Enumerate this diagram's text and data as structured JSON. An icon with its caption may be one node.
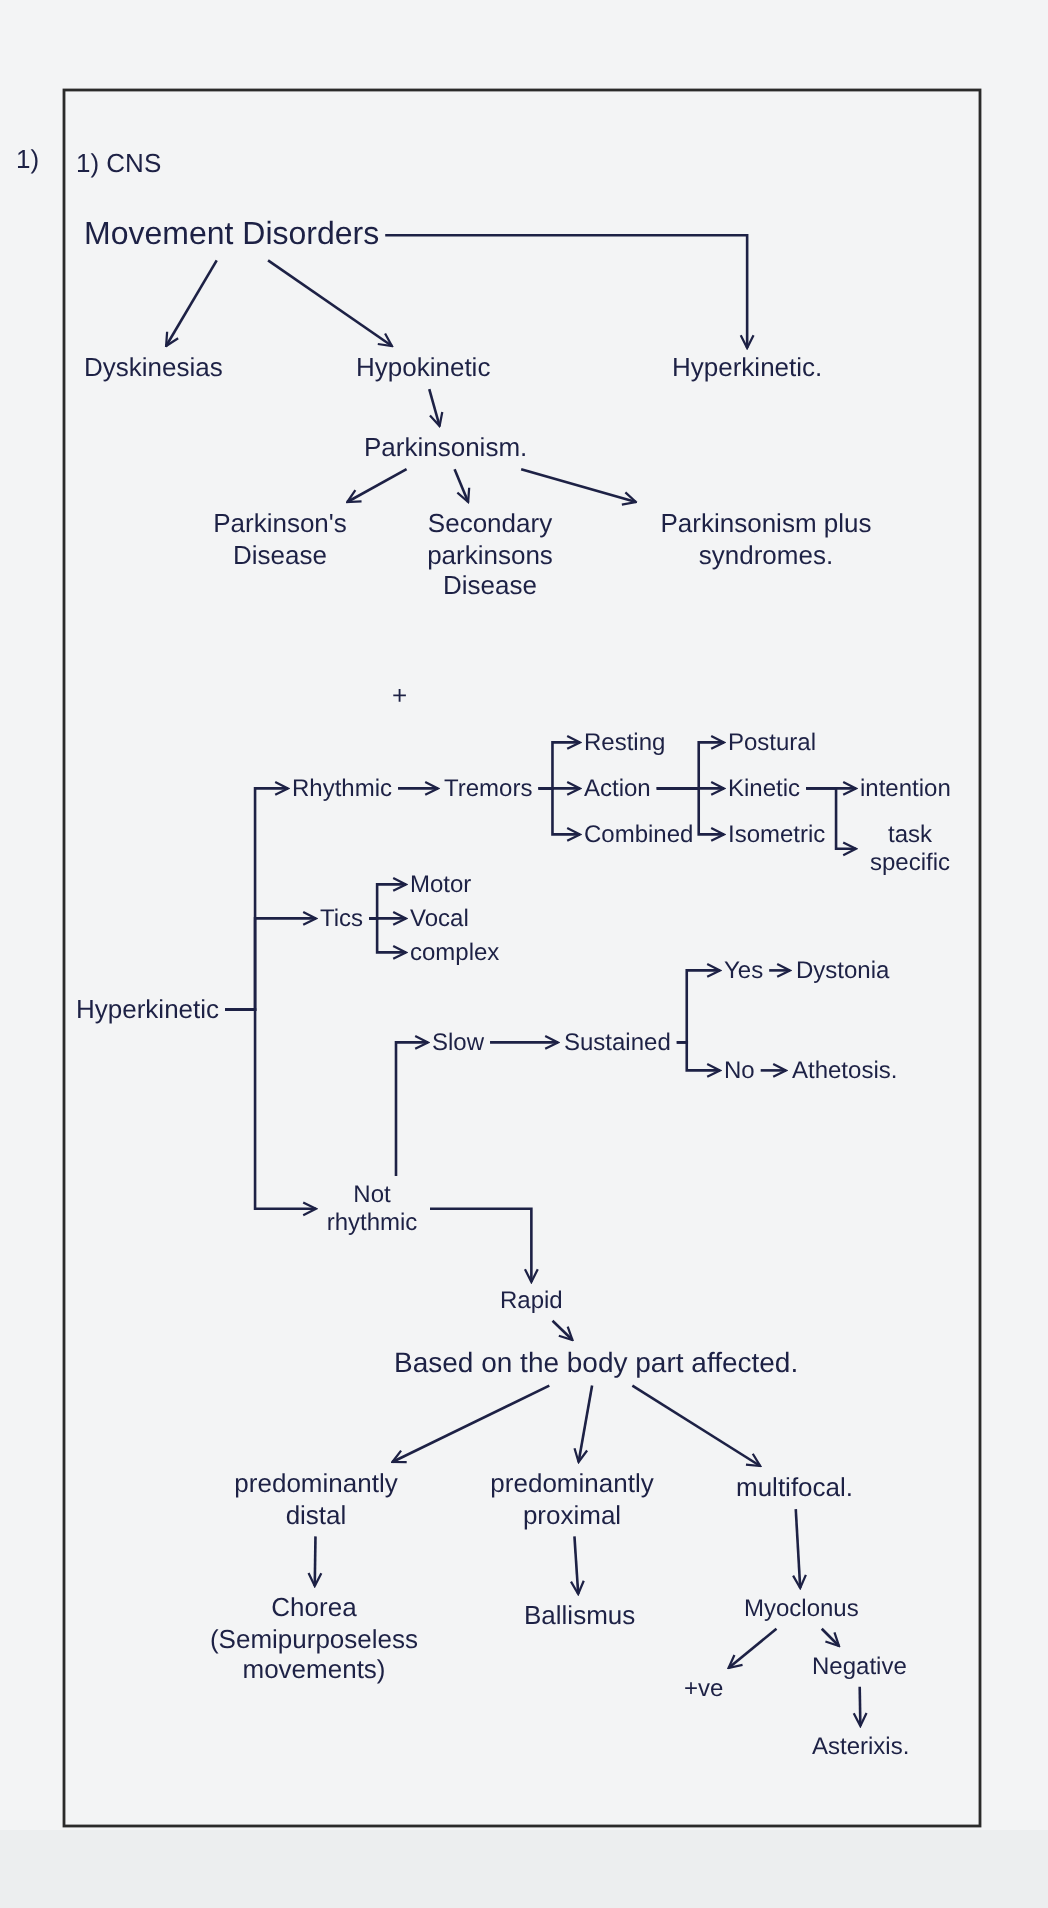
{
  "diagram": {
    "nodes": [
      {
        "text": [
          "Movement Disorders"
        ]
      },
      {
        "text": [
          "Dyskinesias"
        ]
      },
      {
        "text": [
          "Hypokinetic"
        ]
      },
      {
        "text": [
          "Hyperkinetic."
        ]
      },
      {
        "text": [
          "Parkinsonism."
        ]
      },
      {
        "text": [
          "Parkinson's Disease"
        ]
      },
      {
        "text": [
          "Secondary parkinsons Disease"
        ]
      },
      {
        "text": [
          "Parkinsonism plus syndromes."
        ]
      },
      {
        "text": [
          "Hyperkinetic"
        ]
      },
      {
        "text": [
          "Rhythmic"
        ]
      },
      {
        "text": [
          "Tremors"
        ]
      },
      {
        "text": [
          "Resting"
        ]
      },
      {
        "text": [
          "Action"
        ]
      },
      {
        "text": [
          "Combined"
        ]
      },
      {
        "text": [
          "Postural"
        ]
      },
      {
        "text": [
          "Kinetic"
        ]
      },
      {
        "text": [
          "Isometric"
        ]
      },
      {
        "text": [
          "intention"
        ]
      },
      {
        "text": [
          "task specific"
        ]
      },
      {
        "text": [
          "Tics"
        ]
      },
      {
        "text": [
          "Motor"
        ]
      },
      {
        "text": [
          "Vocal"
        ]
      },
      {
        "text": [
          "complex"
        ]
      },
      {
        "text": [
          "Slow"
        ]
      },
      {
        "text": [
          "Sustained"
        ]
      },
      {
        "text": [
          "Yes"
        ]
      },
      {
        "text": [
          "Dystonia"
        ]
      },
      {
        "text": [
          "No"
        ]
      },
      {
        "text": [
          "Athetosis."
        ]
      },
      {
        "text": [
          "Not rhythmic"
        ]
      },
      {
        "text": [
          "Rapid"
        ]
      },
      {
        "text": [
          "Based on the body part affected."
        ]
      },
      {
        "text": [
          "predominantly distal"
        ]
      },
      {
        "text": [
          "predominantly proximal"
        ]
      },
      {
        "text": [
          "multifocal."
        ]
      },
      {
        "text": [
          "Chorea (Semipurposeless movements)"
        ]
      },
      {
        "text": [
          "Ballismus"
        ]
      },
      {
        "text": [
          "Myoclonus"
        ]
      },
      {
        "text": [
          "+ve"
        ]
      },
      {
        "text": [
          "Negative"
        ]
      },
      {
        "text": [
          "Asterixis."
        ]
      }
    ],
    "edges": [
      {
        "from": 0,
        "to": 1,
        "arrow": "to"
      },
      {
        "from": 0,
        "to": 2,
        "arrow": "to"
      },
      {
        "from": 0,
        "to": 3,
        "arrow": "to"
      },
      {
        "from": 2,
        "to": 4,
        "arrow": "to"
      },
      {
        "from": 4,
        "to": 5,
        "arrow": "to"
      },
      {
        "from": 4,
        "to": 6,
        "arrow": "to"
      },
      {
        "from": 4,
        "to": 7,
        "arrow": "to"
      },
      {
        "from": 8,
        "to": 9,
        "arrow": "to"
      },
      {
        "from": 8,
        "to": 19,
        "arrow": "to"
      },
      {
        "from": 8,
        "to": 29,
        "arrow": "to"
      },
      {
        "from": 9,
        "to": 10,
        "arrow": "to"
      },
      {
        "from": 10,
        "to": 11,
        "arrow": "to"
      },
      {
        "from": 10,
        "to": 12,
        "arrow": "to"
      },
      {
        "from": 10,
        "to": 13,
        "arrow": "to"
      },
      {
        "from": 12,
        "to": 14,
        "arrow": "to"
      },
      {
        "from": 12,
        "to": 15,
        "arrow": "to"
      },
      {
        "from": 12,
        "to": 16,
        "arrow": "to"
      },
      {
        "from": 15,
        "to": 17,
        "arrow": "to"
      },
      {
        "from": 15,
        "to": 18,
        "arrow": "to"
      },
      {
        "from": 19,
        "to": 20,
        "arrow": "to"
      },
      {
        "from": 19,
        "to": 21,
        "arrow": "to"
      },
      {
        "from": 19,
        "to": 22,
        "arrow": "to"
      },
      {
        "from": 29,
        "to": 23,
        "arrow": "to"
      },
      {
        "from": 29,
        "to": 30,
        "arrow": "to"
      },
      {
        "from": 23,
        "to": 24,
        "arrow": "to"
      },
      {
        "from": 24,
        "to": 25,
        "arrow": "to"
      },
      {
        "from": 24,
        "to": 27,
        "arrow": "to"
      },
      {
        "from": 25,
        "to": 26,
        "arrow": "to"
      },
      {
        "from": 27,
        "to": 28,
        "arrow": "to"
      },
      {
        "from": 30,
        "to": 31,
        "arrow": "to"
      },
      {
        "from": 31,
        "to": 32,
        "arrow": "to"
      },
      {
        "from": 31,
        "to": 33,
        "arrow": "to"
      },
      {
        "from": 31,
        "to": 34,
        "arrow": "to"
      },
      {
        "from": 32,
        "to": 35,
        "arrow": "to"
      },
      {
        "from": 33,
        "to": 36,
        "arrow": "to"
      },
      {
        "from": 34,
        "to": 37,
        "arrow": "to"
      },
      {
        "from": 37,
        "to": 38,
        "arrow": "to"
      },
      {
        "from": 37,
        "to": 39,
        "arrow": "to"
      },
      {
        "from": 39,
        "to": 40,
        "arrow": "to"
      }
    ],
    "labels": [
      "1)",
      "1) CNS",
      "+"
    ]
  }
}
